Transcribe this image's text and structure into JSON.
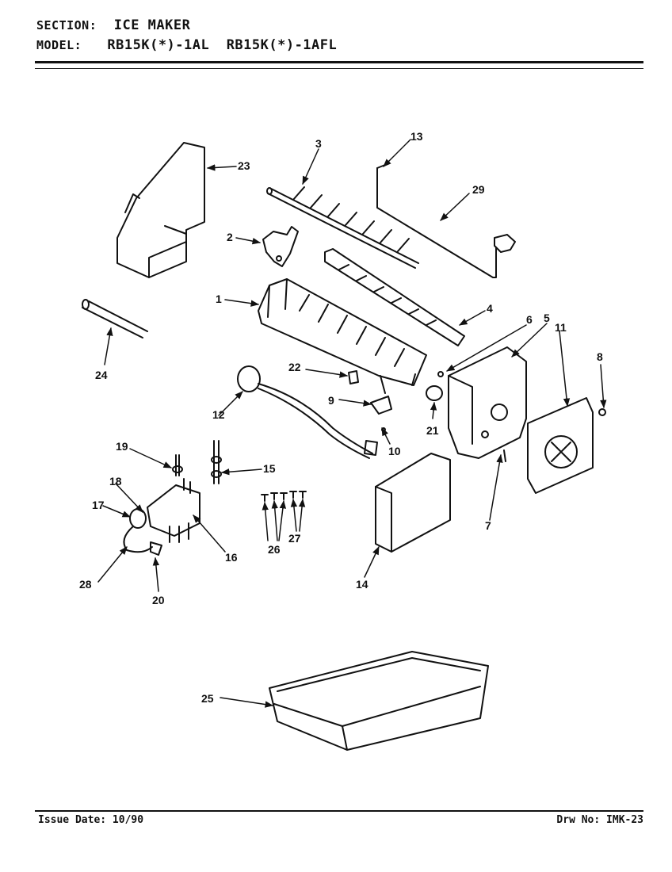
{
  "header": {
    "section_key": "SECTION:",
    "section_value": "ICE MAKER",
    "model_key": "MODEL:",
    "model_value": "RB15K(*)-1AL  RB15K(*)-1AFL"
  },
  "footer": {
    "issue_date": "Issue Date: 10/90",
    "drawing_no": "Drw No: IMK-23"
  },
  "callouts": [
    "1",
    "2",
    "3",
    "4",
    "5",
    "6",
    "7",
    "8",
    "9",
    "10",
    "11",
    "12",
    "13",
    "14",
    "15",
    "16",
    "17",
    "18",
    "19",
    "20",
    "21",
    "22",
    "23",
    "24",
    "25",
    "26",
    "27",
    "28",
    "29"
  ]
}
